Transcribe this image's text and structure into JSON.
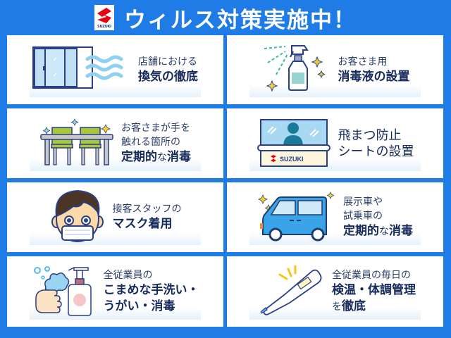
{
  "header": {
    "logo_text": "SUZUKI",
    "title": "ウィルス対策実施中！"
  },
  "colors": {
    "background": "#1f7be6",
    "panel": "#ffffff",
    "text_dark": "#152a5a",
    "logo_red": "#e60012",
    "sparkle": "#f5d32a"
  },
  "panels": [
    {
      "icon": "window-ventilation-icon",
      "lines": [
        {
          "text": "店舗における",
          "style": "light"
        },
        {
          "text": "換気の徹底",
          "style": "bold"
        }
      ]
    },
    {
      "icon": "spray-bottle-icon",
      "lines": [
        {
          "text": "お客さま用",
          "style": "light"
        },
        {
          "text": "消毒液の設置",
          "style": "bold"
        }
      ]
    },
    {
      "icon": "table-chairs-icon",
      "lines": [
        {
          "text": "お客さまが手を",
          "style": "light"
        },
        {
          "text": "触れる箇所の",
          "style": "light"
        },
        {
          "text": "定期的",
          "style": "bold"
        },
        {
          "text": "な",
          "style": "thin"
        },
        {
          "text": "消毒",
          "style": "bold"
        }
      ]
    },
    {
      "icon": "splash-guard-icon",
      "sign_text": "SUZUKI",
      "lines": [
        {
          "text": "飛まつ防止",
          "style": "bold-dark"
        },
        {
          "text": "シートの設置",
          "style": "bold-dark"
        }
      ]
    },
    {
      "icon": "masked-staff-icon",
      "lines": [
        {
          "text": "接客スタッフの",
          "style": "light"
        },
        {
          "text": "マスク着用",
          "style": "bold"
        }
      ]
    },
    {
      "icon": "display-car-icon",
      "lines": [
        {
          "text": "展示車や",
          "style": "light"
        },
        {
          "text": "試乗車の",
          "style": "light"
        },
        {
          "text": "定期的",
          "style": "bold"
        },
        {
          "text": "な",
          "style": "thin"
        },
        {
          "text": "消毒",
          "style": "bold"
        }
      ]
    },
    {
      "icon": "handwash-soap-icon",
      "lines": [
        {
          "text": "全従業員の",
          "style": "light"
        },
        {
          "text": "こまめな手洗い・",
          "style": "bold"
        },
        {
          "text": "うがい・消毒",
          "style": "bold"
        }
      ]
    },
    {
      "icon": "thermometer-icon",
      "lines": [
        {
          "text": "全従業員の毎日の",
          "style": "light"
        },
        {
          "text": "検温・体調管理",
          "style": "bold"
        },
        {
          "text": "を",
          "style": "thin"
        },
        {
          "text": "徹底",
          "style": "bold"
        }
      ]
    }
  ]
}
